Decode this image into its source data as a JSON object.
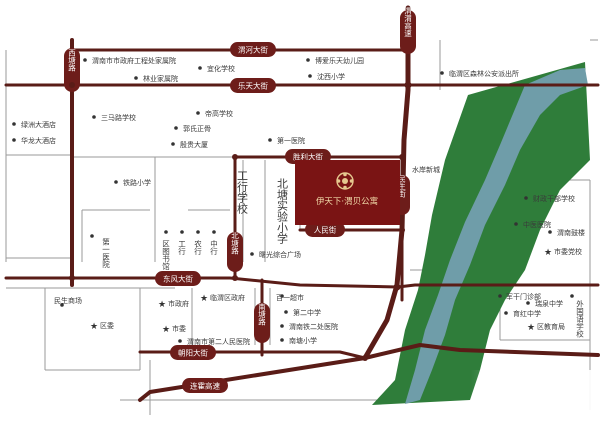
{
  "colors": {
    "road_main": "#5a1c17",
    "road_thin": "#5a1c17",
    "block_outline": "#9a9a9a",
    "river": "#6f9da9",
    "green_belt": "#2f7d3a",
    "project_block": "#7a1414",
    "text": "#3a3a3a",
    "label_fill": "#6d1d1a",
    "project_text": "#f0d9a8"
  },
  "roads": {
    "weihe_street": "渭河大街",
    "letian_street": "乐天大街",
    "shengli_street": "胜利大街",
    "renmin_street": "人民街",
    "dongfeng_street": "东风大街",
    "chaoyang_street": "朝阳大街",
    "lianhuo_expressway": "连霍高速",
    "weiwei_expressway": "渭渭高速",
    "minsheng_street": "民生街",
    "xitang_road": "西塘路",
    "beitang_road": "北塘路",
    "nantang_road": "南塘路"
  },
  "project": {
    "name": "伊天下·渭贝公寓"
  },
  "pois": {
    "city_gov_works": "渭南市市政府工程处家属院",
    "yihua_school": "宜化学校",
    "linye_yard": "林业家属院",
    "boai_kindergarten": "博爱乐天幼儿园",
    "yanxi_primary": "沈西小学",
    "linwei_forest_police": "临渭区森林公安派出所",
    "lvzhou_hotel": "绿洲大酒店",
    "sanma_road_school": "三马路学校",
    "dihao_school": "帝高学校",
    "hualong_hotel": "华龙大酒店",
    "guosheng_zheng": "郭氏正骨",
    "hospital_one_top": "第一医院",
    "yinjian_building": "殷贵大厦",
    "shuian_xincheng": "水岸新城",
    "tielu_primary": "铁路小学",
    "gongxing_school": "工行学校",
    "beitang_shiyan": "北塘实验小学",
    "finance_school": "财政干部学校",
    "zhongyi_hospital": "中医医院",
    "weinan_gu": "渭南鼓楼",
    "city_committee_school": "市委党校",
    "hospital_one_left": "第一医院",
    "district_library": "区图书馆",
    "gongxing": "工行",
    "nongxing": "农行",
    "zhongxing": "中行",
    "shuguang_plaza": "曙光综合广场",
    "minsheng_mall": "民生商场",
    "city_gov": "市政府",
    "linwei_district_gov": "临渭区政府",
    "baiyi_mall": "百一超市",
    "second_middle": "第二中学",
    "weinan_tie2": "渭南铁二处医院",
    "district_committee": "区委",
    "city_committee": "市委",
    "second_hospital": "渭南市第二人民医院",
    "nantang_primary": "南塘小学",
    "junqian_clinic": "军干门诊部",
    "ruiquan_middle": "瑞泉中学",
    "waiguoyu_school": "外国语学校",
    "yuhong_middle": "育红中学",
    "district_edu": "区教育局"
  }
}
